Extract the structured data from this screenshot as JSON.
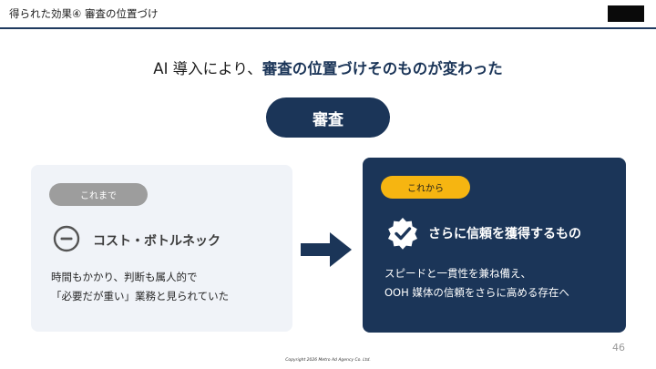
{
  "header": {
    "title": "得られた効果④ 審査の位置づけ"
  },
  "headline": {
    "prefix": "AI 導入により、",
    "emphasis": "審査の位置づけそのものが変わった"
  },
  "center_pill": "審査",
  "before_card": {
    "tag": "これまで",
    "icon": "minus-circle-icon",
    "heading": "コスト・ボトルネック",
    "lines": [
      "時間もかかり、判断も属人的で",
      "「必要だが重い」業務と見られていた"
    ]
  },
  "after_card": {
    "tag": "これから",
    "icon": "verified-check-badge-icon",
    "heading": "さらに信頼を獲得するもの",
    "lines": [
      "スピードと一貫性を兼ね備え、",
      "OOH 媒体の信頼をさらに高める存在へ"
    ]
  },
  "page_number": "46",
  "copyright": "Copyright 2026 Metro Ad Agency Co. Ltd.",
  "colors": {
    "navy": "#1b3558",
    "accent_yellow": "#f6b511",
    "tag_grey": "#9d9d9d",
    "card_light": "#f0f3f8"
  }
}
